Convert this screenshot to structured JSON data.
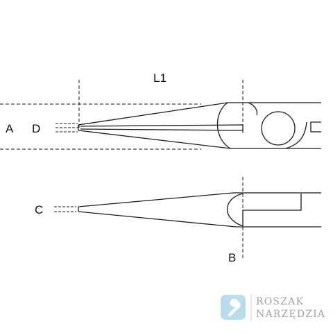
{
  "dimension_labels": {
    "l1": "L1",
    "a": "A",
    "d": "D",
    "c": "C",
    "b": "B"
  },
  "watermark": {
    "line1": "ROSZAK",
    "line2": "NARZĘDZIA",
    "icon": "wrench-icon",
    "text_color": "#9aa3ad",
    "icon_color": "#b9dcef"
  },
  "colors": {
    "line": "#1a1a1a"
  }
}
